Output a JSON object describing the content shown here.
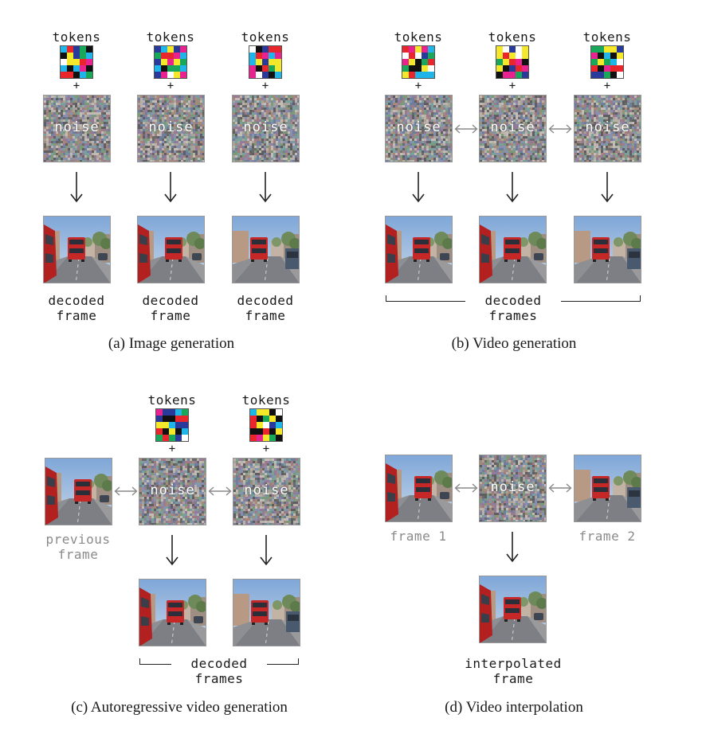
{
  "labels": {
    "tokens": "tokens",
    "noise": "noise",
    "plus": "+",
    "decoded_frame": "decoded\nframe",
    "decoded": "decoded",
    "frames": "frames",
    "previous_frame": "previous\nframe",
    "frame_1": "frame 1",
    "frame_2": "frame 2",
    "interpolated_frame": "interpolated\nframe"
  },
  "captions": {
    "a": "(a) Image generation",
    "b": "(b) Video generation",
    "c": "(c) Autoregressive video generation",
    "d": "(d) Video interpolation"
  },
  "colors": {
    "token_palette": [
      "#1fb5e8",
      "#e8238f",
      "#19a85a",
      "#f5e82a",
      "#e8262c",
      "#111111",
      "#ffffff",
      "#2a3a9a"
    ],
    "arrow_gray": "#8a8a8a",
    "noise_base": "#8c8a86"
  },
  "icons": {
    "down_arrow": "down-arrow-icon",
    "bidirectional_arrow": "bidirectional-arrow-icon"
  }
}
